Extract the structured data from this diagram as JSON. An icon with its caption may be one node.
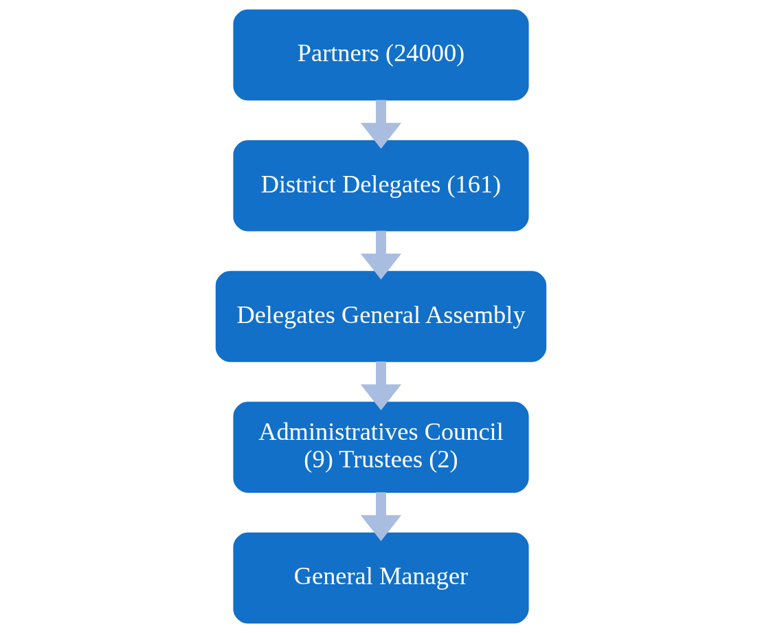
{
  "diagram": {
    "nodes": [
      {
        "text": [
          "Partners (24000)"
        ]
      },
      {
        "text": [
          "District Delegates (161)"
        ]
      },
      {
        "text": [
          "Delegates General Assembly"
        ]
      },
      {
        "text": [
          "Administratives Council (9) Trustees (2)"
        ]
      },
      {
        "text": [
          "General Manager"
        ]
      }
    ],
    "edges": [
      {
        "from": 0,
        "to": 1,
        "arrow": "to"
      },
      {
        "from": 1,
        "to": 2,
        "arrow": "to"
      },
      {
        "from": 2,
        "to": 3,
        "arrow": "to"
      },
      {
        "from": 3,
        "to": 4,
        "arrow": "to"
      }
    ]
  }
}
